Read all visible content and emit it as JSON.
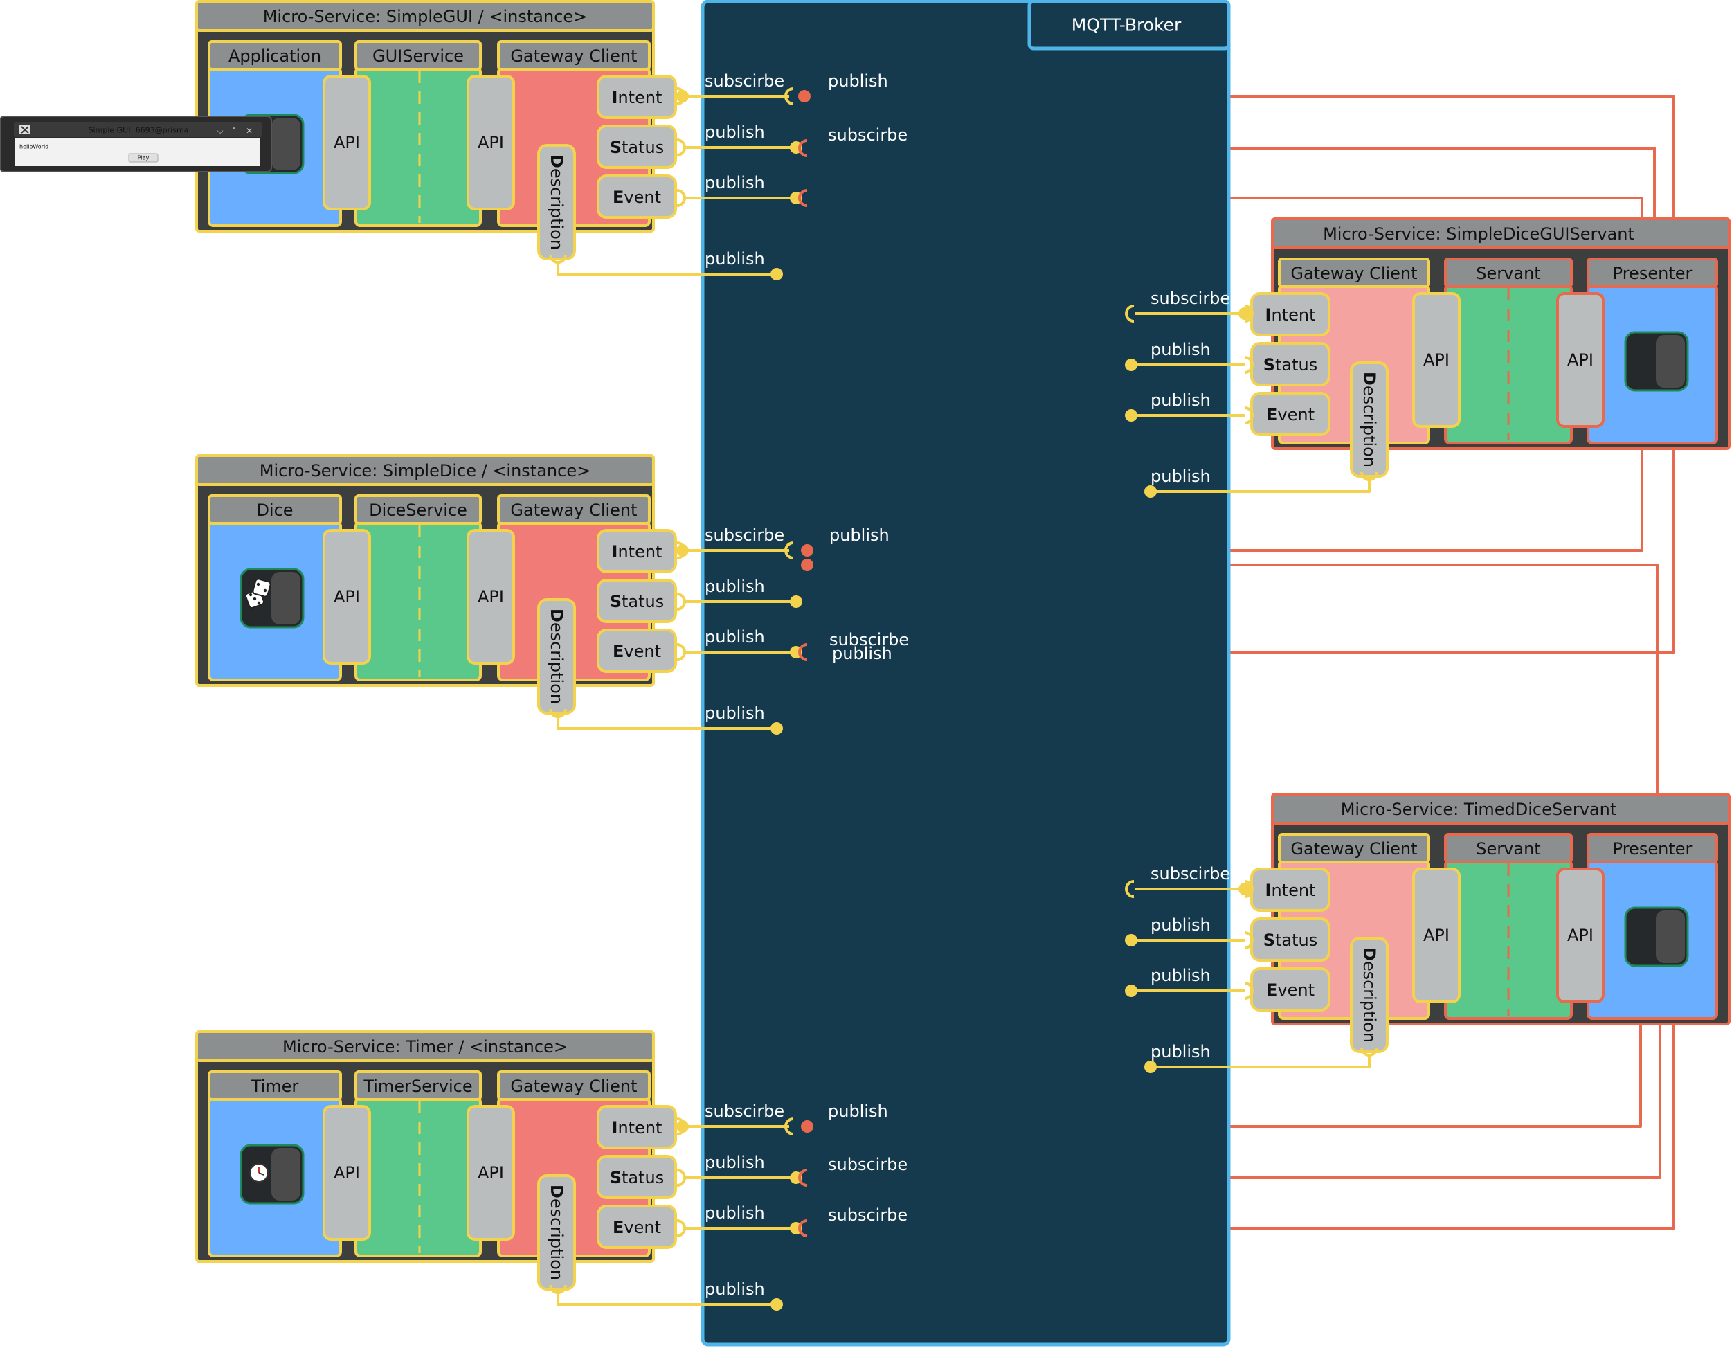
{
  "broker": {
    "title": "MQTT-Broker"
  },
  "words": {
    "api": "API",
    "description": "Description",
    "publish": "publish",
    "subscribe": "subscirbe"
  },
  "ports": {
    "intent": {
      "bold": "I",
      "rest": "ntent"
    },
    "status": {
      "bold": "S",
      "rest": "tatus"
    },
    "event": {
      "bold": "E",
      "rest": "vent"
    }
  },
  "services": {
    "gui": {
      "title": "Micro-Service: SimpleGUI / <instance>",
      "app": "Application",
      "service": "GUIService",
      "gateway": "Gateway Client"
    },
    "dice": {
      "title": "Micro-Service: SimpleDice / <instance>",
      "app": "Dice",
      "service": "DiceService",
      "gateway": "Gateway Client"
    },
    "timer": {
      "title": "Micro-Service: Timer / <instance>",
      "app": "Timer",
      "service": "TimerService",
      "gateway": "Gateway Client"
    },
    "dice_gui_servant": {
      "title": "Micro-Service: SimpleDiceGUIServant",
      "gateway": "Gateway Client",
      "servant": "Servant",
      "presenter": "Presenter"
    },
    "timed_dice_servant": {
      "title": "Micro-Service: TimedDiceServant",
      "gateway": "Gateway Client",
      "servant": "Servant",
      "presenter": "Presenter"
    }
  },
  "gui_window": {
    "title": "Simple GUI: 6693@prisma",
    "text": "helloWorld",
    "button": "Play"
  },
  "colors": {
    "broker_bg": "#15394d",
    "broker_border": "#4fb4e8",
    "wire_yellow": "#f3d24e",
    "wire_orange": "#e8694d",
    "app_blue": "#6aaeff",
    "service_green": "#5ac78b",
    "gateway_red": "#f17b77",
    "gateway_pink": "#f4a3a1",
    "port_gray": "#babdbd",
    "header_gray": "#8c8f8f",
    "frame_dark": "#3d3f3f"
  },
  "icons": {
    "dice": "dice-icon",
    "timer": "clock-icon",
    "presenter": "toggle-icon",
    "window": "app-window-icon"
  }
}
